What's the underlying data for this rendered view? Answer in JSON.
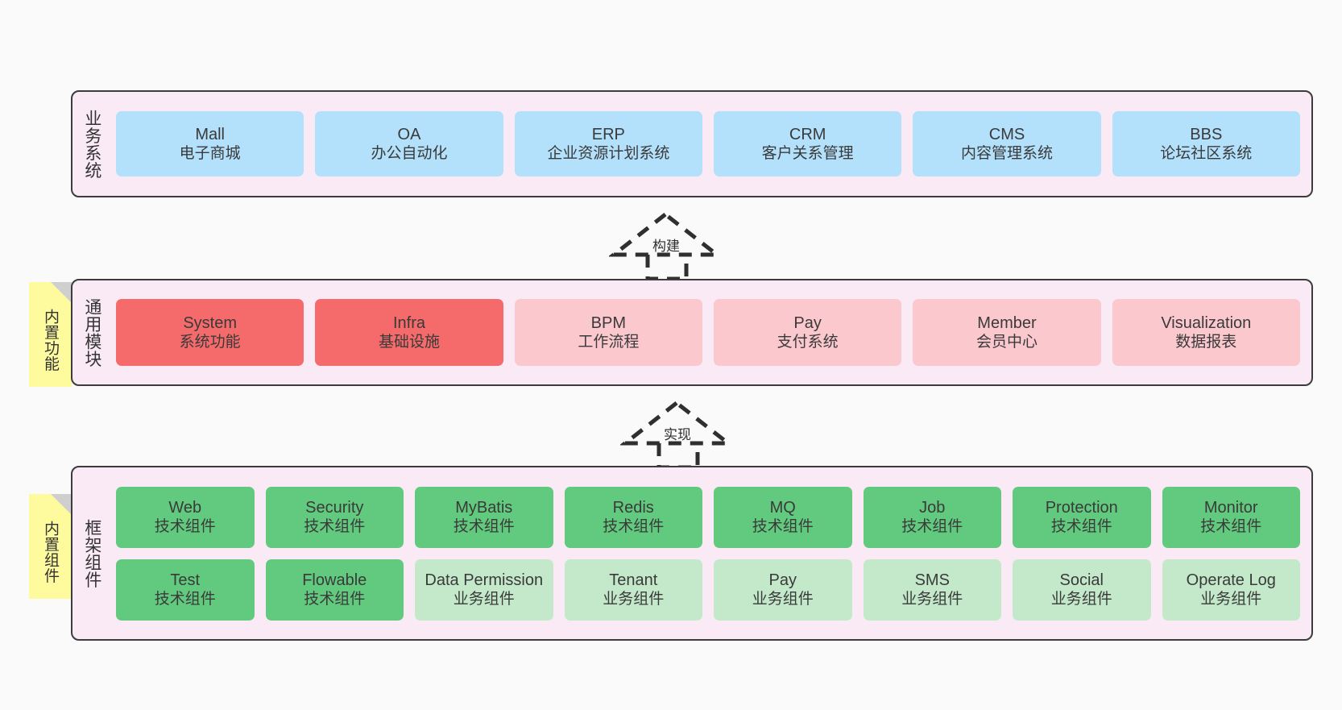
{
  "layers": [
    {
      "id": "business",
      "title": "业务系统",
      "rows": [
        {
          "cards": [
            {
              "name": "Mall",
              "sub": "电子商城",
              "color": "#b3e0fb"
            },
            {
              "name": "OA",
              "sub": "办公自动化",
              "color": "#b3e0fb"
            },
            {
              "name": "ERP",
              "sub": "企业资源计划系统",
              "color": "#b3e0fb"
            },
            {
              "name": "CRM",
              "sub": "客户关系管理",
              "color": "#b3e0fb"
            },
            {
              "name": "CMS",
              "sub": "内容管理系统",
              "color": "#b3e0fb"
            },
            {
              "name": "BBS",
              "sub": "论坛社区系统",
              "color": "#b3e0fb"
            }
          ]
        }
      ]
    },
    {
      "id": "modules",
      "title": "通用模块",
      "sticky": "内置功能",
      "rows": [
        {
          "cards": [
            {
              "name": "System",
              "sub": "系统功能",
              "color": "#f56a6a"
            },
            {
              "name": "Infra",
              "sub": "基础设施",
              "color": "#f56a6a"
            },
            {
              "name": "BPM",
              "sub": "工作流程",
              "color": "#fbc8ce"
            },
            {
              "name": "Pay",
              "sub": "支付系统",
              "color": "#fbc8ce"
            },
            {
              "name": "Member",
              "sub": "会员中心",
              "color": "#fbc8ce"
            },
            {
              "name": "Visualization",
              "sub": "数据报表",
              "color": "#fbc8ce"
            }
          ]
        }
      ]
    },
    {
      "id": "framework",
      "title": "框架组件",
      "sticky": "内置组件",
      "rows": [
        {
          "cards": [
            {
              "name": "Web",
              "sub": "技术组件",
              "color": "#62ca7e"
            },
            {
              "name": "Security",
              "sub": "技术组件",
              "color": "#62ca7e"
            },
            {
              "name": "MyBatis",
              "sub": "技术组件",
              "color": "#62ca7e"
            },
            {
              "name": "Redis",
              "sub": "技术组件",
              "color": "#62ca7e"
            },
            {
              "name": "MQ",
              "sub": "技术组件",
              "color": "#62ca7e"
            },
            {
              "name": "Job",
              "sub": "技术组件",
              "color": "#62ca7e"
            },
            {
              "name": "Protection",
              "sub": "技术组件",
              "color": "#62ca7e"
            },
            {
              "name": "Monitor",
              "sub": "技术组件",
              "color": "#62ca7e"
            }
          ]
        },
        {
          "cards": [
            {
              "name": "Test",
              "sub": "技术组件",
              "color": "#62ca7e"
            },
            {
              "name": "Flowable",
              "sub": "技术组件",
              "color": "#62ca7e"
            },
            {
              "name": "Data Permission",
              "sub": "业务组件",
              "color": "#c3e9ca"
            },
            {
              "name": "Tenant",
              "sub": "业务组件",
              "color": "#c3e9ca"
            },
            {
              "name": "Pay",
              "sub": "业务组件",
              "color": "#c3e9ca"
            },
            {
              "name": "SMS",
              "sub": "业务组件",
              "color": "#c3e9ca"
            },
            {
              "name": "Social",
              "sub": "业务组件",
              "color": "#c3e9ca"
            },
            {
              "name": "Operate Log",
              "sub": "业务组件",
              "color": "#c3e9ca"
            }
          ]
        }
      ]
    }
  ],
  "arrows": [
    {
      "id": "build",
      "label": "构建"
    },
    {
      "id": "implement",
      "label": "实现"
    }
  ],
  "colors": {
    "canvas_background": "#fafafa",
    "layer_background": "#f9eaf5",
    "layer_border": "#3c3c3c",
    "sticky_background": "#fdfb9d",
    "sticky_fold": "#cfcfcf",
    "arrow_stroke": "#2f2f2f",
    "business_card": "#b3e0fb",
    "module_core_card": "#f56a6a",
    "module_card": "#fbc8ce",
    "tech_component_card": "#62ca7e",
    "biz_component_card": "#c3e9ca"
  }
}
